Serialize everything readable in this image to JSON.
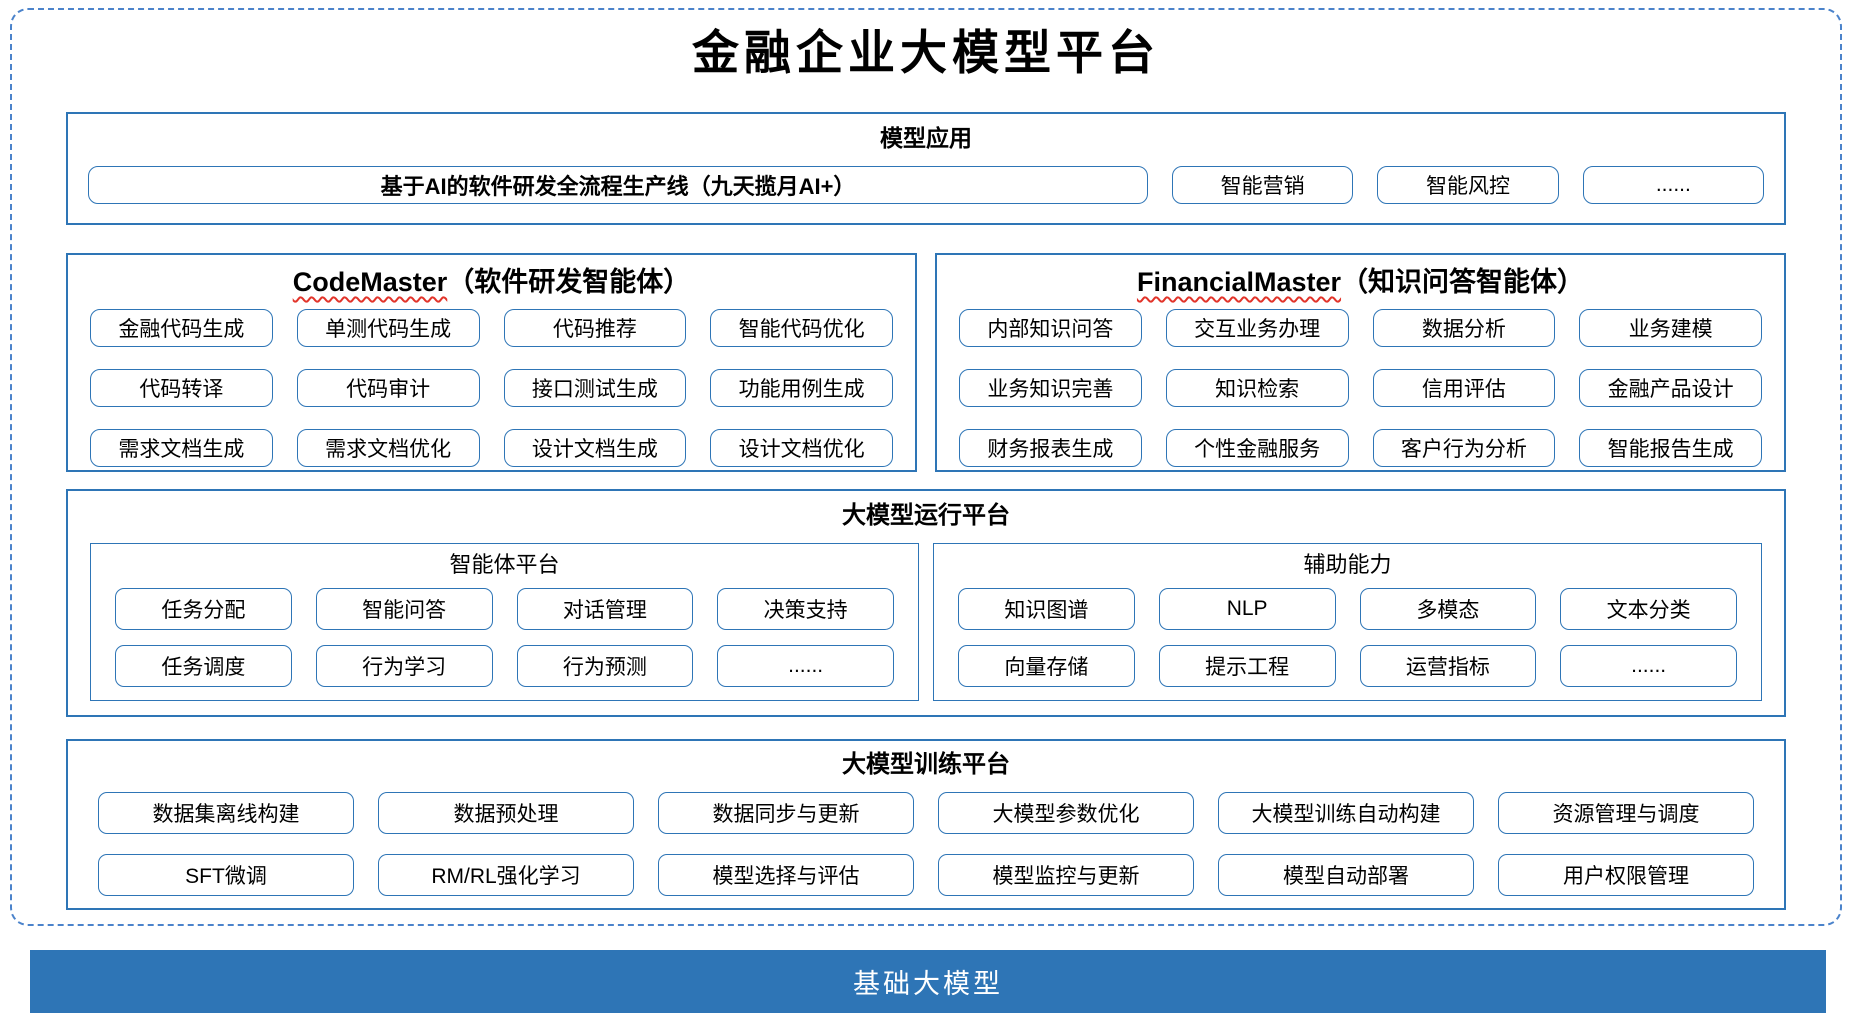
{
  "page_title": "金融企业大模型平台",
  "colors": {
    "section_border_blue": "#2e75b6",
    "outer_dashed_blue": "#4b83cb",
    "base_bar_blue": "#2e75b6",
    "spellcheck_squiggle_red": "#e2342a"
  },
  "model_app": {
    "title": "模型应用",
    "main_item": "基于AI的软件研发全流程生产线（九天揽月AI+）",
    "items": [
      "智能营销",
      "智能风控",
      "......"
    ]
  },
  "codemaster": {
    "title_en": "CodeMaster",
    "title_zh": "（软件研发智能体）",
    "items": [
      "金融代码生成",
      "单测代码生成",
      "代码推荐",
      "智能代码优化",
      "代码转译",
      "代码审计",
      "接口测试生成",
      "功能用例生成",
      "需求文档生成",
      "需求文档优化",
      "设计文档生成",
      "设计文档优化"
    ]
  },
  "financialmaster": {
    "title_en": "FinancialMaster",
    "title_zh": "（知识问答智能体）",
    "items": [
      "内部知识问答",
      "交互业务办理",
      "数据分析",
      "业务建模",
      "业务知识完善",
      "知识检索",
      "信用评估",
      "金融产品设计",
      "财务报表生成",
      "个性金融服务",
      "客户行为分析",
      "智能报告生成"
    ]
  },
  "runtime": {
    "title": "大模型运行平台",
    "agent_platform": {
      "title": "智能体平台",
      "items": [
        "任务分配",
        "智能问答",
        "对话管理",
        "决策支持",
        "任务调度",
        "行为学习",
        "行为预测",
        "......"
      ]
    },
    "aux_ability": {
      "title": "辅助能力",
      "items": [
        "知识图谱",
        "NLP",
        "多模态",
        "文本分类",
        "向量存储",
        "提示工程",
        "运营指标",
        "......"
      ]
    }
  },
  "training": {
    "title": "大模型训练平台",
    "items": [
      "数据集离线构建",
      "数据预处理",
      "数据同步与更新",
      "大模型参数优化",
      "大模型训练自动构建",
      "资源管理与调度",
      "SFT微调",
      "RM/RL强化学习",
      "模型选择与评估",
      "模型监控与更新",
      "模型自动部署",
      "用户权限管理"
    ]
  },
  "base_bar": {
    "label": "基础大模型"
  }
}
